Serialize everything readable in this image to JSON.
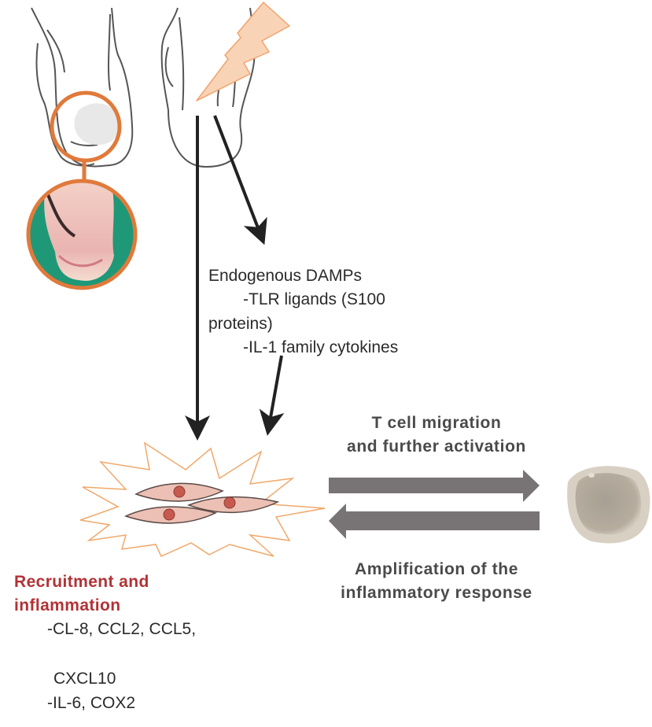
{
  "diagram": {
    "title": "DAMP-mediated inflammation in injured foot",
    "colors": {
      "orange_ring": "#e07a3b",
      "bolt_fill": "#f9d3b5",
      "bolt_stroke": "#f0a36e",
      "starburst_stroke": "#f0a86a",
      "arrow_dark": "#222222",
      "arrow_gray": "#787374",
      "red_title": "#b23236",
      "photo_bg": "#1f9877",
      "tcell": "#b3aa9c",
      "fibroblast": "#ecc0b4",
      "nucleus": "#c75a4e"
    },
    "damps": {
      "heading": "Endogenous DAMPs",
      "line1": "-TLR ligands (S100",
      "line1_wrap": "proteins)",
      "line2": "-IL-1 family cytokines"
    },
    "tcell_label": {
      "line1": "T cell migration",
      "line2": "and further activation"
    },
    "amplification_label": {
      "line1": "Amplification of the",
      "line2": "inflammatory response"
    },
    "recruitment": {
      "title_line1": "Recruitment and",
      "title_line2": "inflammation",
      "item1": "-CL-8, CCL2, CCL5,",
      "item1_wrap": "CXCL10",
      "item2": "-IL-6, COX2"
    },
    "icons": {
      "left_foot": "foot-outline-icon",
      "right_foot": "foot-outline-icon",
      "injury": "lightning-bolt-icon",
      "magnifier": "zoom-circle-icon",
      "photo": "heel-photo",
      "fibroblasts": "fibroblast-cells-icon",
      "tcell": "t-cell-icon"
    }
  }
}
